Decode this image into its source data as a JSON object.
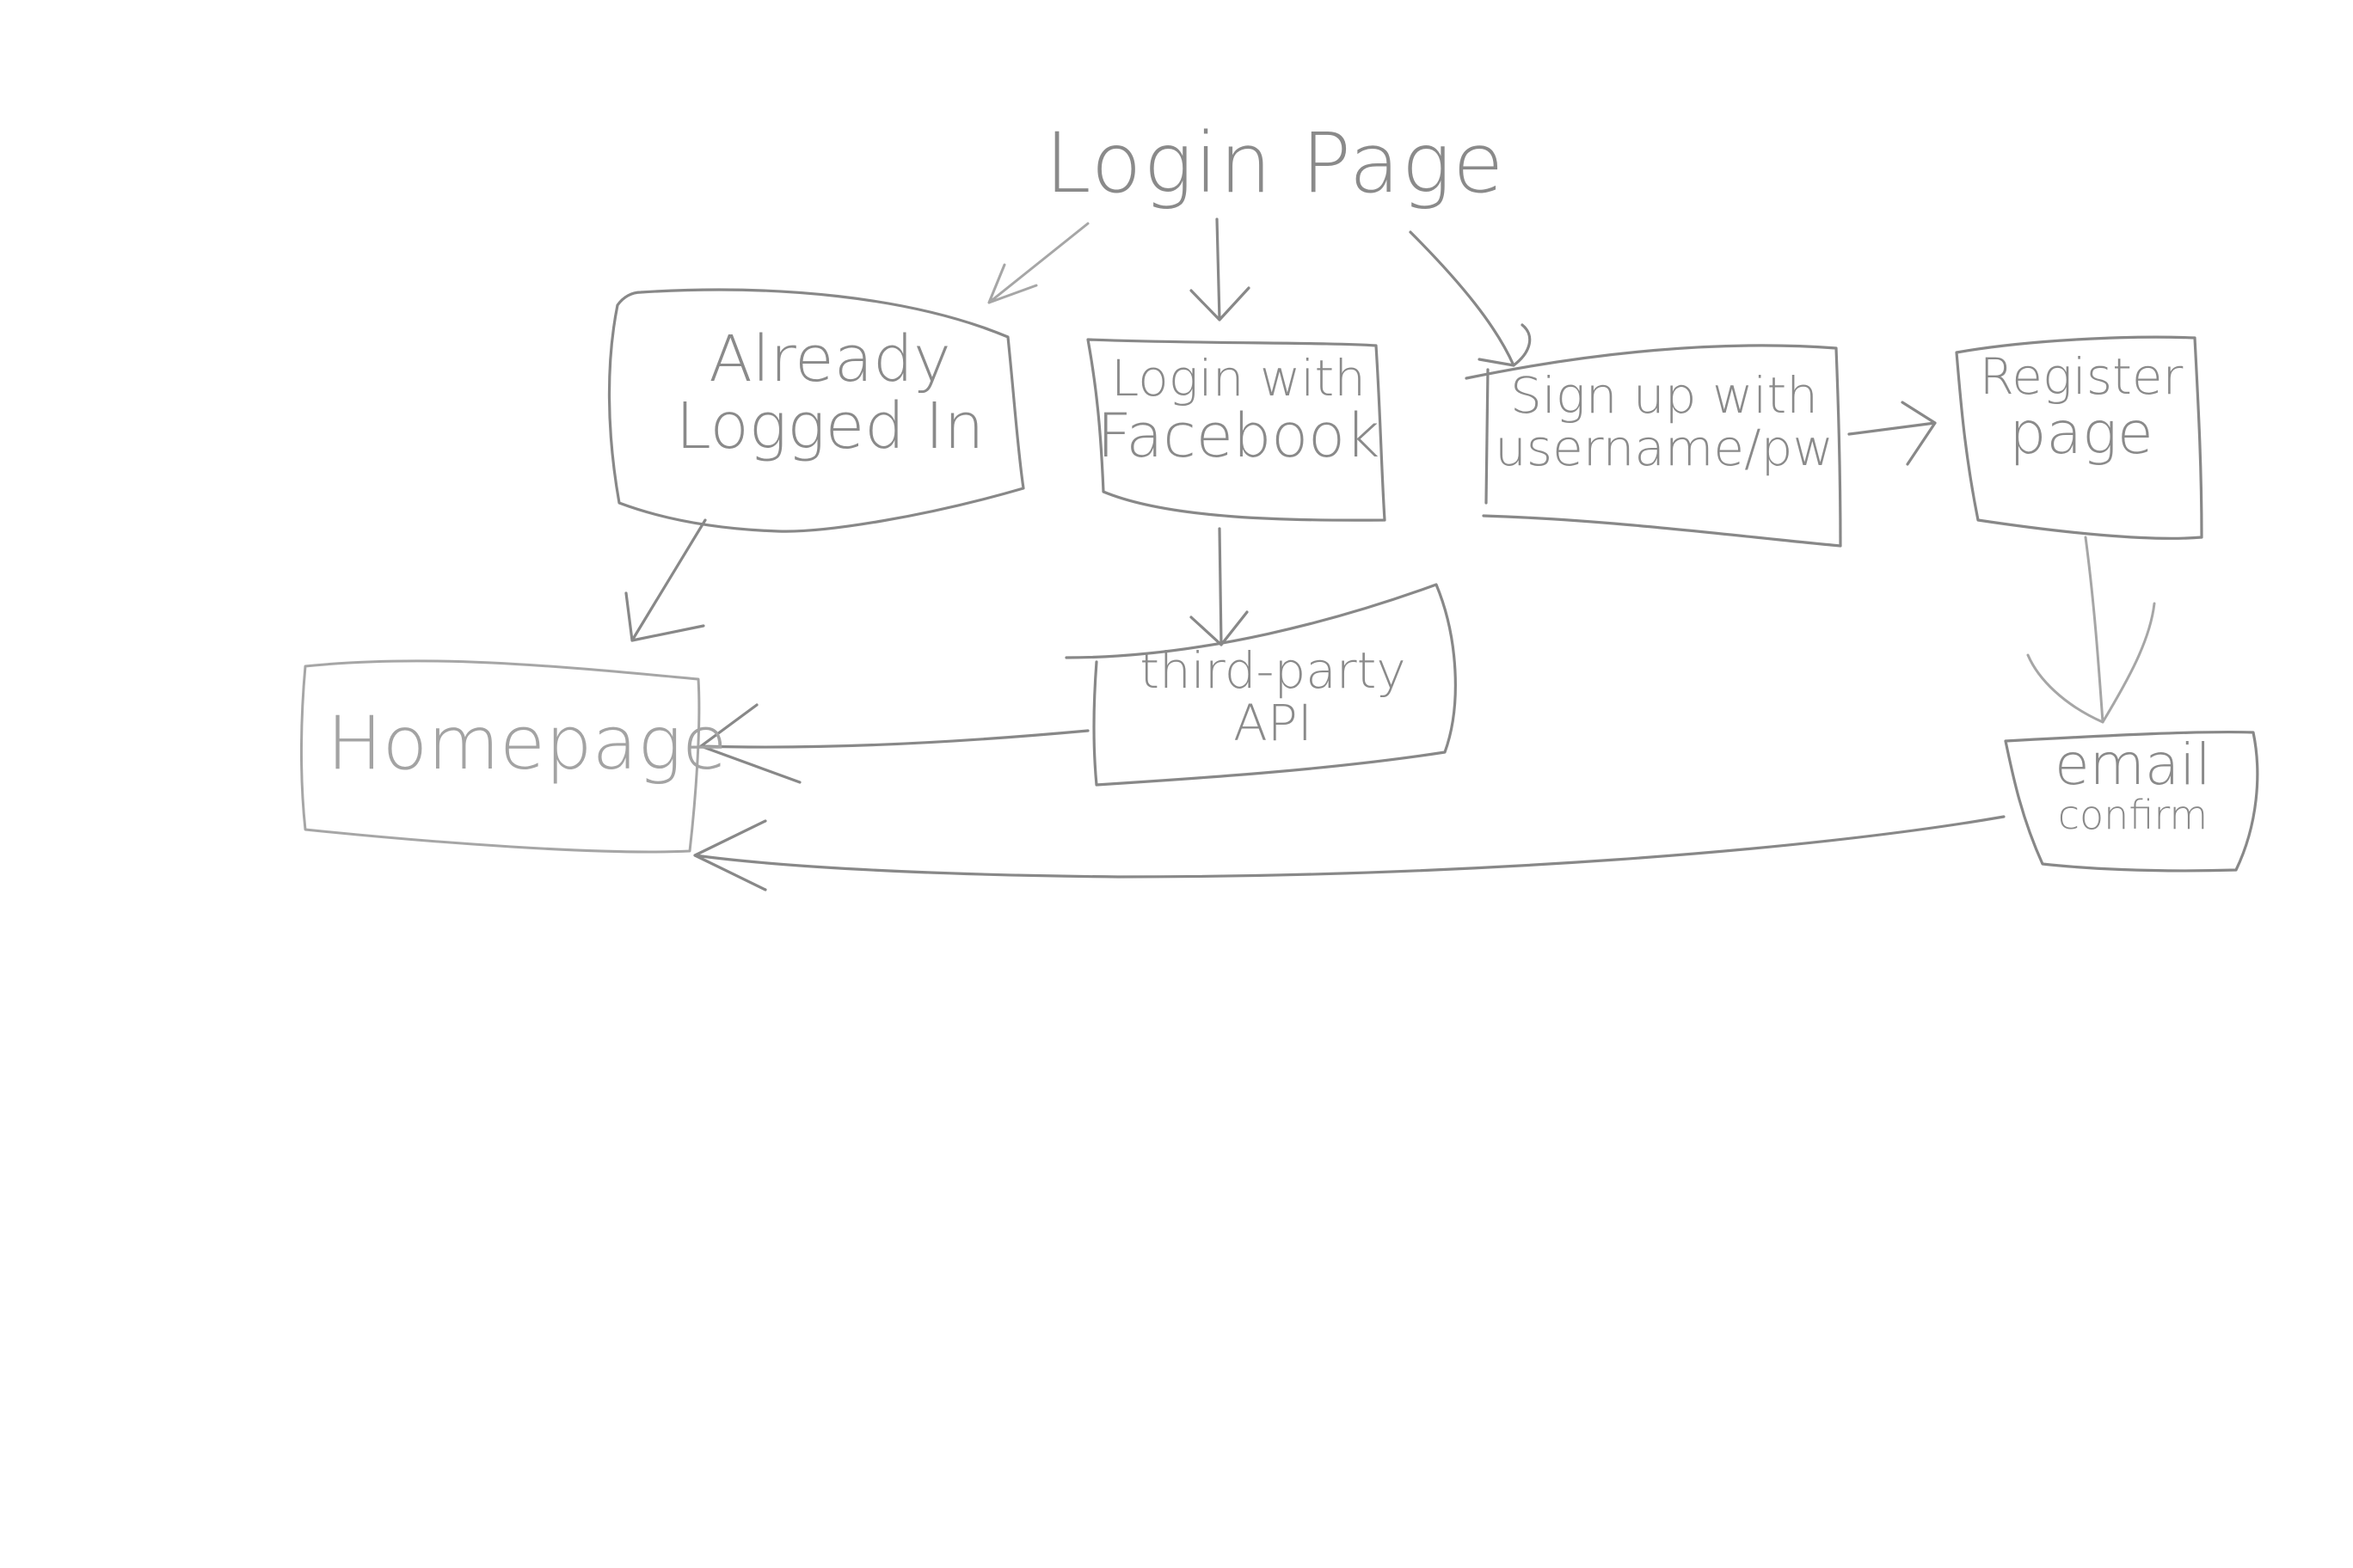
{
  "title": "Login Page",
  "nodes": {
    "already_logged_in": {
      "line1": "Already",
      "line2": "Logged In"
    },
    "login_facebook": {
      "line1": "Login with",
      "line2": "Facebook"
    },
    "signup": {
      "line1": "Sign up with",
      "line2": "username/pw"
    },
    "register": {
      "line1": "Register",
      "line2": "page"
    },
    "homepage": {
      "line1": "Homepage"
    },
    "third_party_api": {
      "line1": "third-party",
      "line2": "API"
    },
    "email_confirm": {
      "line1": "email",
      "line2": "confirm"
    }
  }
}
